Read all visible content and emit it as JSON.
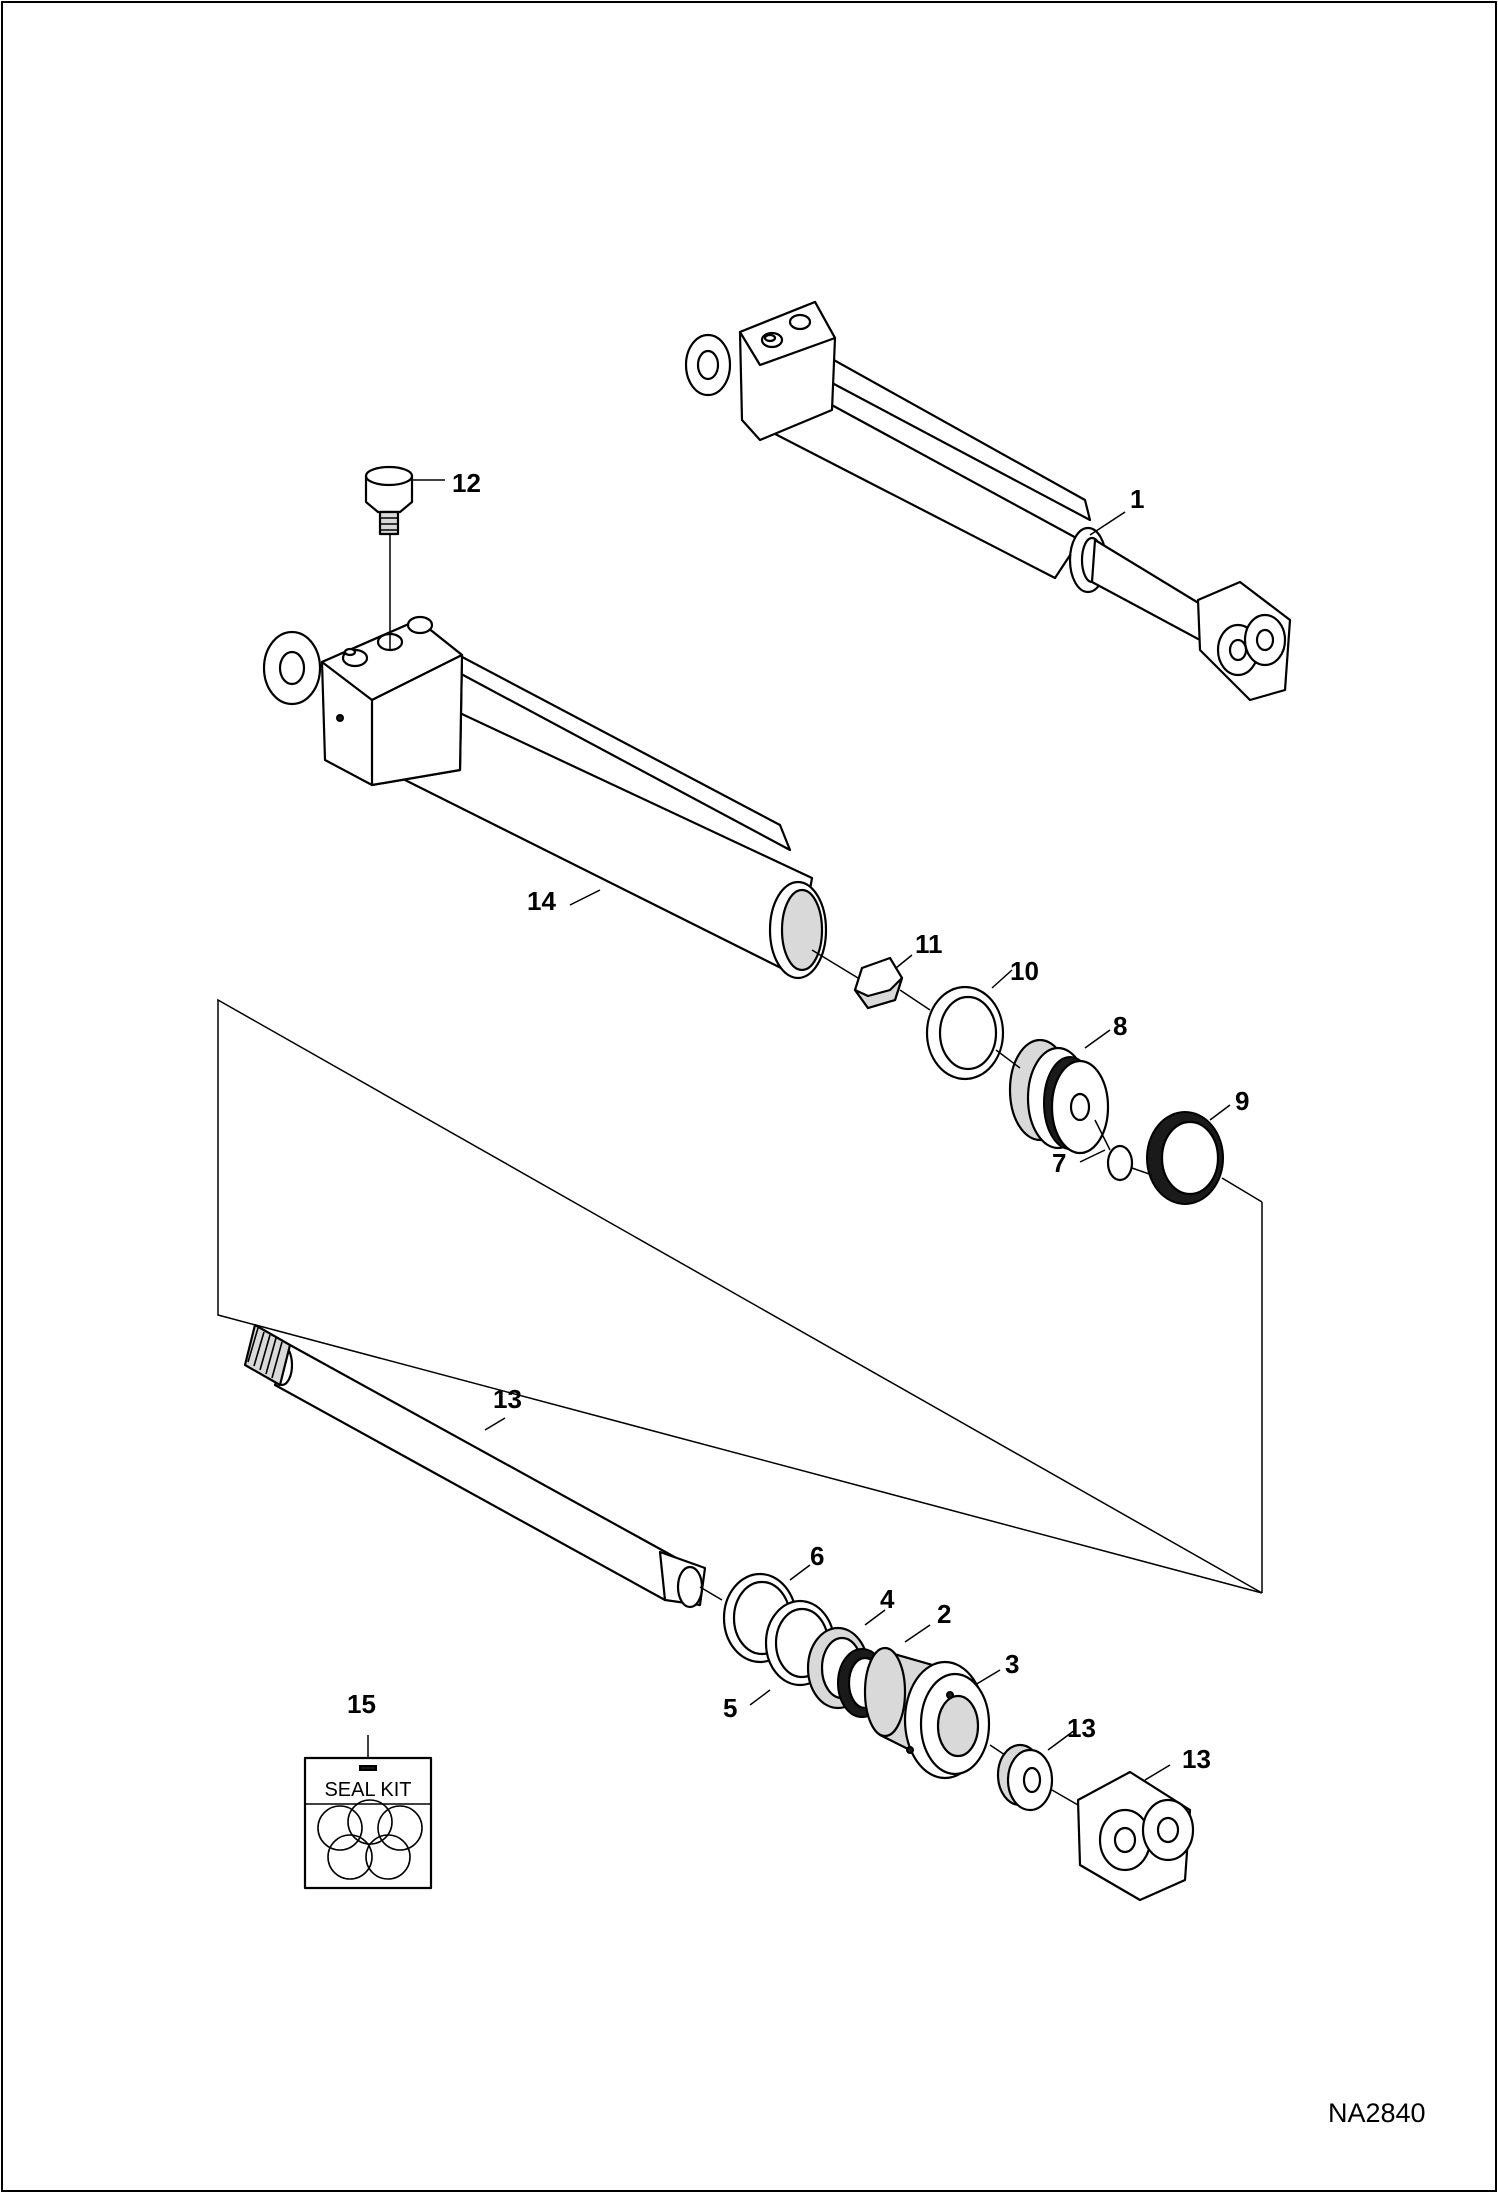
{
  "drawing_code": "NA2840",
  "seal_kit_label": "SEAL KIT",
  "callouts": {
    "c1": "1",
    "c2": "2",
    "c3": "3",
    "c4": "4",
    "c5": "5",
    "c6": "6",
    "c7": "7",
    "c8": "8",
    "c9": "9",
    "c10": "10",
    "c11": "11",
    "c12": "12",
    "c13a": "13",
    "c13b": "13",
    "c13c": "13",
    "c14": "14",
    "c15": "15"
  }
}
